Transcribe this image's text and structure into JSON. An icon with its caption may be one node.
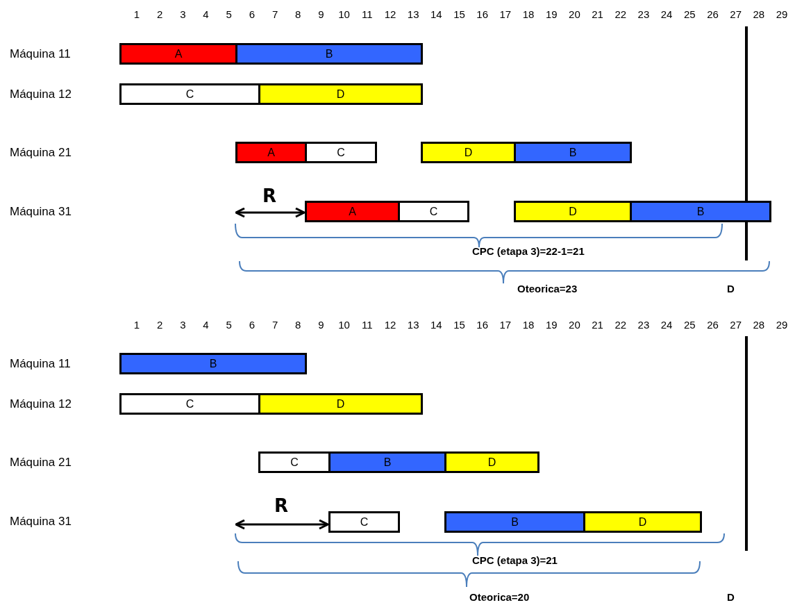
{
  "diagram": {
    "nodes": [
      {
        "text": [
          "A"
        ]
      },
      {
        "text": [
          "B"
        ]
      },
      {
        "text": [
          "C"
        ]
      },
      {
        "text": [
          "D"
        ]
      },
      {
        "text": [
          "A"
        ]
      },
      {
        "text": [
          "C"
        ]
      },
      {
        "text": [
          "D"
        ]
      },
      {
        "text": [
          "B"
        ]
      },
      {
        "text": [
          "A"
        ]
      },
      {
        "text": [
          "C"
        ]
      },
      {
        "text": [
          "D"
        ]
      },
      {
        "text": [
          "B"
        ]
      },
      {
        "text": [
          "B"
        ]
      },
      {
        "text": [
          "C"
        ]
      },
      {
        "text": [
          "D"
        ]
      },
      {
        "text": [
          "C"
        ]
      },
      {
        "text": [
          "B"
        ]
      },
      {
        "text": [
          "D"
        ]
      },
      {
        "text": [
          "C"
        ]
      },
      {
        "text": [
          "B"
        ]
      },
      {
        "text": [
          "D"
        ]
      }
    ],
    "edges": [],
    "labels": [
      "1",
      "2",
      "3",
      "4",
      "5",
      "6",
      "7",
      "8",
      "9",
      "10",
      "11",
      "12",
      "13",
      "14",
      "15",
      "16",
      "17",
      "18",
      "19",
      "20",
      "21",
      "22",
      "23",
      "24",
      "25",
      "26",
      "27",
      "28",
      "29",
      "Máquina 11",
      "Máquina 12",
      "Máquina 21",
      "R",
      "Máquina 31",
      "CPC (etapa 3)=22-1=21",
      "Oteorica=23",
      "D",
      "1",
      "2",
      "3",
      "4",
      "5",
      "6",
      "7",
      "8",
      "9",
      "10",
      "11",
      "12",
      "13",
      "14",
      "15",
      "16",
      "17",
      "18",
      "19",
      "20",
      "21",
      "22",
      "23",
      "24",
      "25",
      "26",
      "27",
      "28",
      "29",
      "Máquina 11",
      "Máquina 12",
      "Máquina 21",
      "R",
      "Máquina 31",
      "CPC (etapa 3)=21",
      "Oteorica=20",
      "D"
    ]
  }
}
